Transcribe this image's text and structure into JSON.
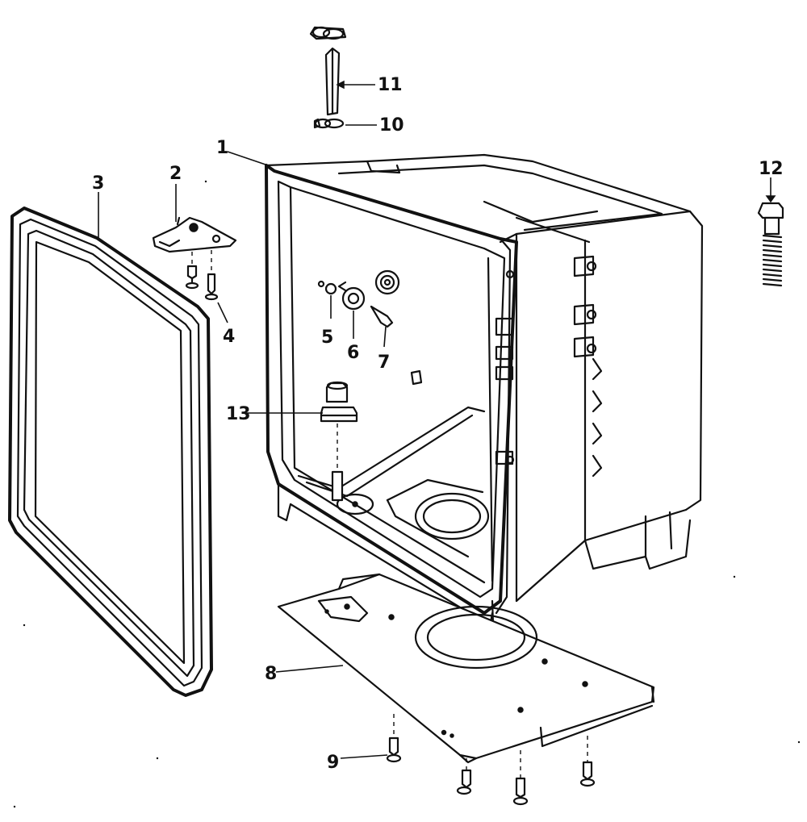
{
  "diagram": {
    "type": "exploded-parts-diagram",
    "subject": "dishwasher tub assembly",
    "colors": {
      "ink": "#111111",
      "background": "#ffffff"
    },
    "callouts": [
      {
        "id": "1",
        "label": "1"
      },
      {
        "id": "2",
        "label": "2"
      },
      {
        "id": "3",
        "label": "3"
      },
      {
        "id": "4",
        "label": "4"
      },
      {
        "id": "5",
        "label": "5"
      },
      {
        "id": "6",
        "label": "6"
      },
      {
        "id": "7",
        "label": "7"
      },
      {
        "id": "8",
        "label": "8"
      },
      {
        "id": "9",
        "label": "9"
      },
      {
        "id": "10",
        "label": "10"
      },
      {
        "id": "11",
        "label": "11"
      },
      {
        "id": "12",
        "label": "12"
      },
      {
        "id": "13",
        "label": "13"
      }
    ]
  }
}
